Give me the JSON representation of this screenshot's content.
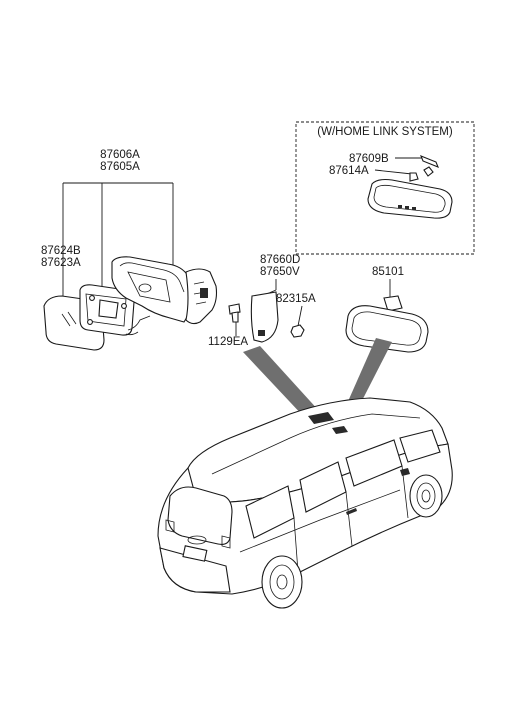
{
  "option_box": {
    "title": "(W/HOME LINK SYSTEM)",
    "labels": [
      "87609B",
      "87614A"
    ]
  },
  "labels": {
    "mirror_assy_a": "87606A",
    "mirror_assy_b": "87605A",
    "glass_a": "87624B",
    "glass_b": "87623A",
    "cover_a": "87660D",
    "cover_b": "87650V",
    "nut": "82315A",
    "screw": "1129EA",
    "inside_mirror": "85101"
  }
}
